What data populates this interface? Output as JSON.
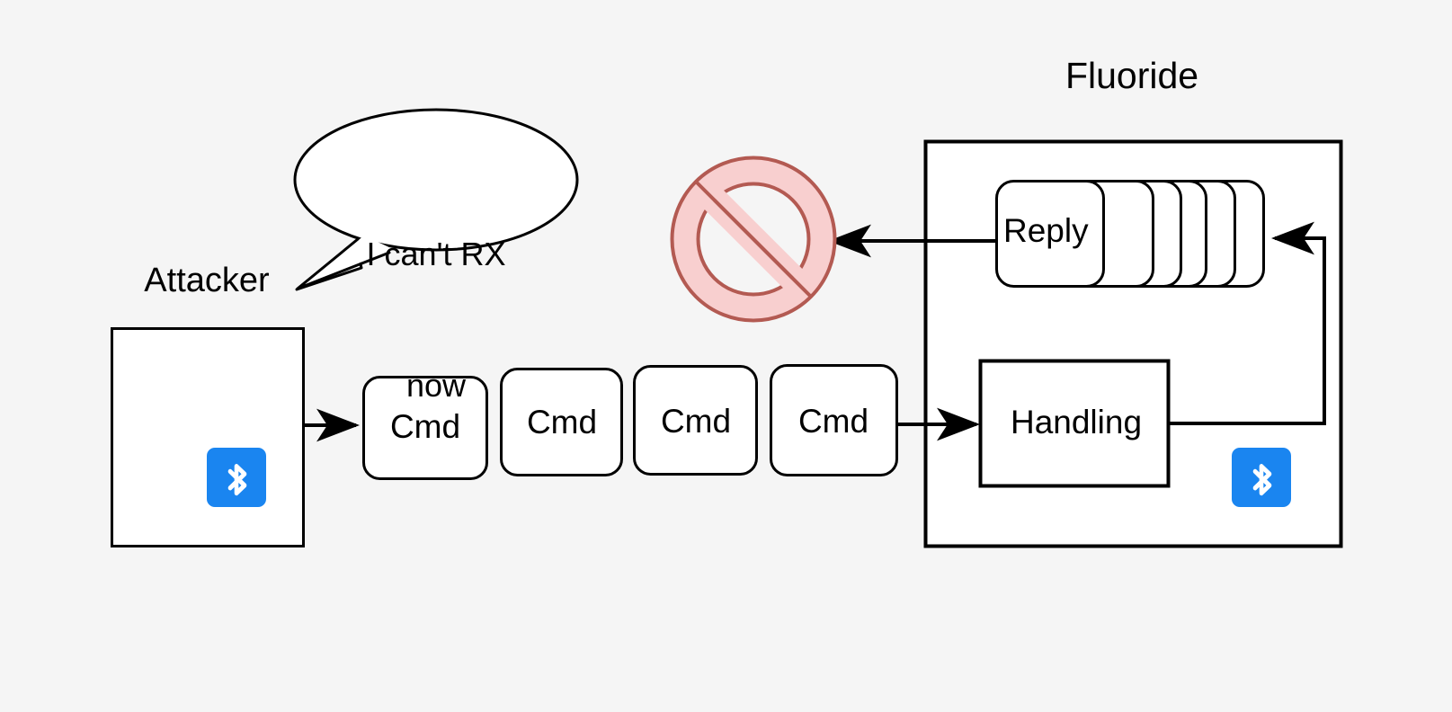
{
  "diagram": {
    "title_label": "Fluoride",
    "background_color": "#f5f5f5",
    "stroke_color": "#000000",
    "fill_color": "#ffffff",
    "bluetooth_color": "#1a85f0",
    "prohibit_fill": "#f8cfcf",
    "prohibit_stroke": "#b35a52"
  },
  "attacker": {
    "label": "Attacker",
    "speech_bubble": "I can't RX\nnow",
    "speech_line_1": "I can't RX",
    "speech_line_2": "now",
    "bluetooth_icon": "bluetooth-icon"
  },
  "commands": {
    "items": [
      {
        "label": "Cmd"
      },
      {
        "label": "Cmd"
      },
      {
        "label": "Cmd"
      },
      {
        "label": "Cmd"
      }
    ]
  },
  "fluoride": {
    "title": "Fluoride",
    "reply_stack": {
      "label": "Reply",
      "layers": 6
    },
    "handling": {
      "label": "Handling"
    },
    "bluetooth_icon": "bluetooth-icon"
  },
  "blocked": {
    "icon": "prohibition-icon"
  }
}
